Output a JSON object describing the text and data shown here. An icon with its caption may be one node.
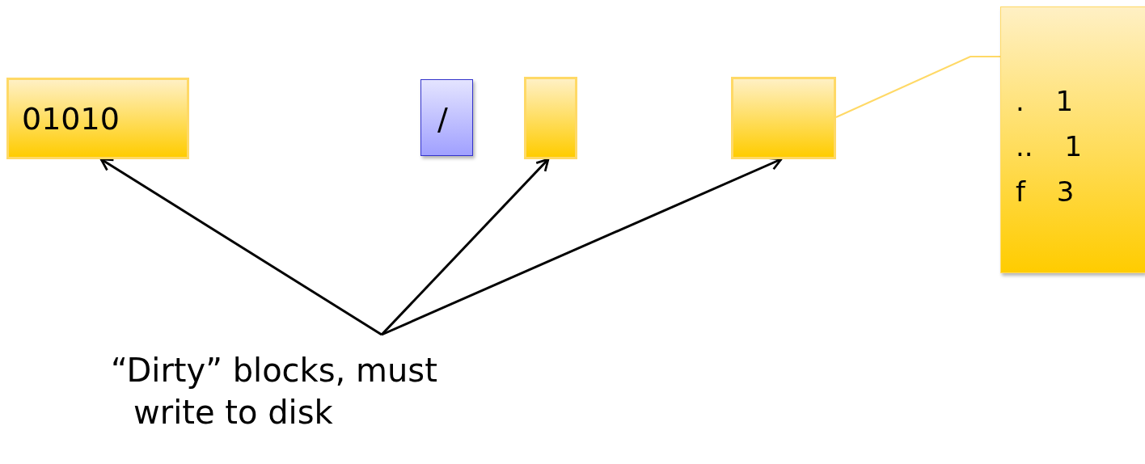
{
  "diagram": {
    "nodes": [
      {
        "text": [
          "01010"
        ]
      },
      {
        "text": [
          "/"
        ]
      },
      {
        "text": [],
        "shape": "box"
      },
      {
        "text": [],
        "shape": "box"
      },
      {
        "text": [
          ". 1",
          ".. 1",
          "f 3"
        ]
      },
      {
        "text": [
          "“Dirty” blocks, must write to disk"
        ]
      }
    ],
    "edges": [
      {
        "from": 5,
        "to": 0,
        "arrow": "to"
      },
      {
        "from": 5,
        "to": 2,
        "arrow": "to"
      },
      {
        "from": 5,
        "to": 3,
        "arrow": "to"
      },
      {
        "from": 3,
        "to": 4,
        "arrow": "none",
        "color": "#ffd966"
      }
    ]
  }
}
